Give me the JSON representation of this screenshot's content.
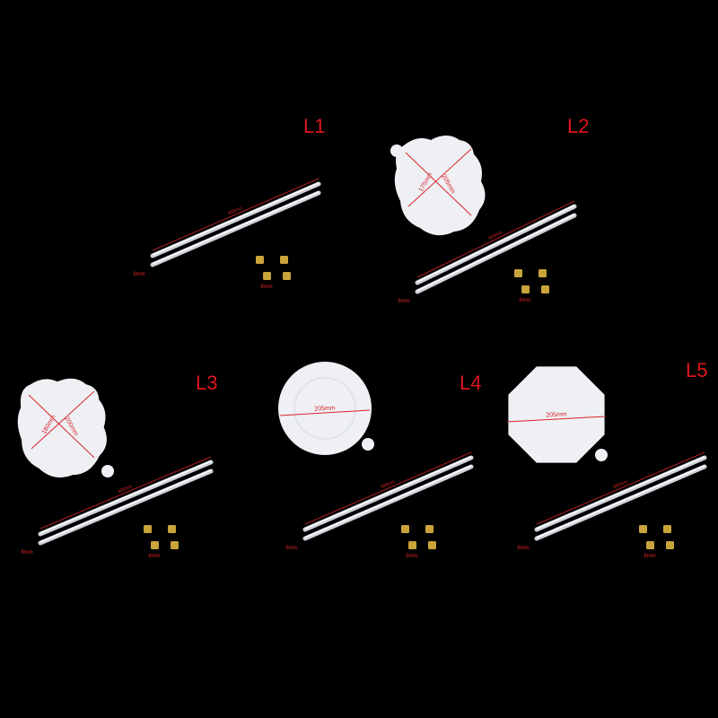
{
  "colors": {
    "background": "#000000",
    "label": "#e0161b",
    "dimension": "#d8232a",
    "mold": "#eef0f4",
    "rod": "#cfd3da",
    "brass": "#c9a43a"
  },
  "panels": [
    {
      "id": "L1",
      "label": "L1",
      "mold": "none",
      "rod_length": "400mm",
      "rod_diameter": "8mm",
      "nut_size": "8mm",
      "mold_dims": []
    },
    {
      "id": "L2",
      "label": "L2",
      "mold": "leaf",
      "rod_length": "400mm",
      "rod_diameter": "8mm",
      "nut_size": "8mm",
      "mold_dims": [
        "175mm",
        "205mm"
      ]
    },
    {
      "id": "L3",
      "label": "L3",
      "mold": "leaf",
      "rod_length": "400mm",
      "rod_diameter": "8mm",
      "nut_size": "8mm",
      "mold_dims": [
        "180mm",
        "200mm"
      ]
    },
    {
      "id": "L4",
      "label": "L4",
      "mold": "round",
      "rod_length": "400mm",
      "rod_diameter": "8mm",
      "nut_size": "8mm",
      "mold_dims": [
        "205mm"
      ]
    },
    {
      "id": "L5",
      "label": "L5",
      "mold": "octagon",
      "rod_length": "400mm",
      "rod_diameter": "8mm",
      "nut_size": "8mm",
      "mold_dims": [
        "205mm"
      ]
    }
  ]
}
